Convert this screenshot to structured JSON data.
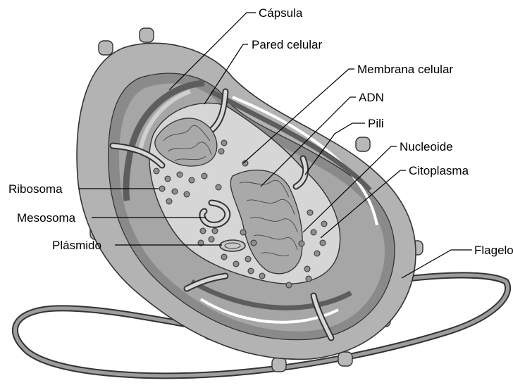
{
  "labels": {
    "capsula": "Cápsula",
    "pared_celular": "Pared celular",
    "membrana_celular": "Membrana celular",
    "adn": "ADN",
    "pili": "Pili",
    "nucleoide": "Nucleoide",
    "citoplasma": "Citoplasma",
    "flagelo": "Flagelo",
    "ribosoma": "Ribosoma",
    "mesosoma": "Mesosoma",
    "plasmido": "Plásmido"
  },
  "colors": {
    "capsule": "#b3b3b3",
    "wall": "#8a8a8a",
    "cytoplasm_bg": "#d6d6d6",
    "nucleoid": "#a9a9a9",
    "membrane": "#9a9a9a",
    "stroke": "#333333"
  }
}
